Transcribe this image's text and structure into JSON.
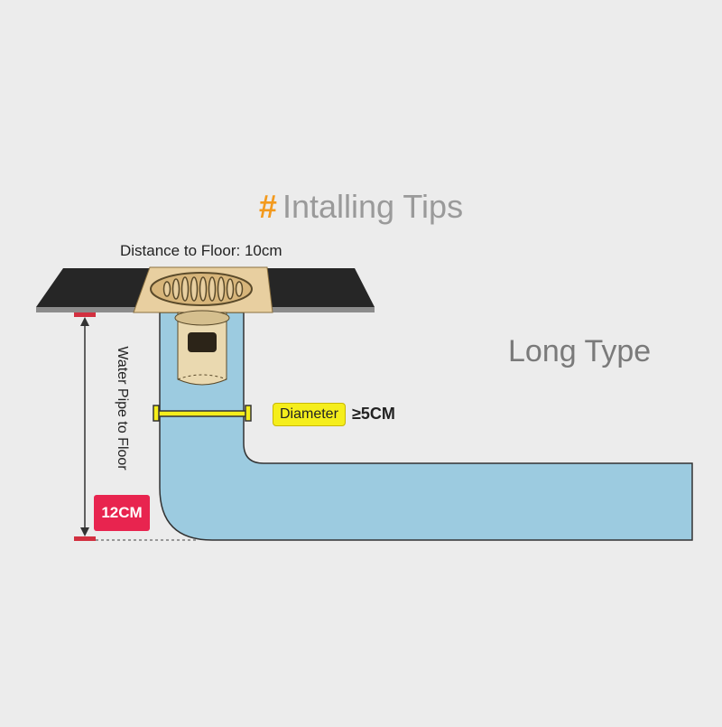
{
  "title": {
    "hash": "#",
    "text": "Intalling Tips"
  },
  "floor_label": "Distance to Floor: 10cm",
  "type_label": "Long Type",
  "diameter": {
    "tag": "Diameter",
    "value": "≥5CM"
  },
  "vertical_label": "Water Pipe to Floor",
  "height_badge": "12CM",
  "colors": {
    "background": "#ececec",
    "pipe": "#9ccbe0",
    "floor": "#262626",
    "drain": "#e8cfa0",
    "accent": "#f39a1e",
    "badge": "#e8244f",
    "tag": "#f5ee1c",
    "marker": "#d23040"
  }
}
